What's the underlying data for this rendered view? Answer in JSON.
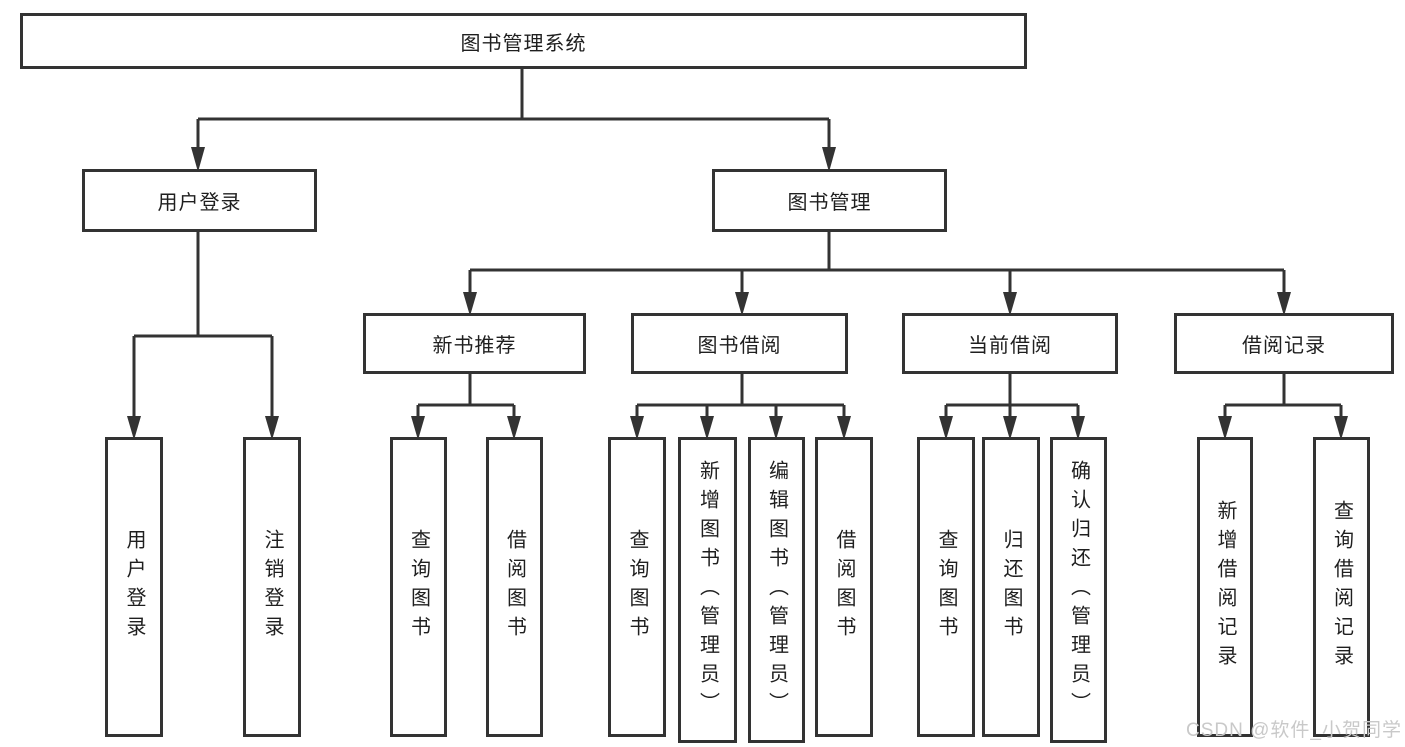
{
  "nodes": {
    "root": "图书管理系统",
    "level2": {
      "user_login": "用户登录",
      "book_management": "图书管理"
    },
    "level3": {
      "new_book_recommend": "新书推荐",
      "book_borrow": "图书借阅",
      "current_borrow": "当前借阅",
      "borrow_records": "借阅记录"
    },
    "leaves": {
      "user_login": "用户登录",
      "logout": "注销登录",
      "rec_query_books": "查询图书",
      "rec_borrow_books": "借阅图书",
      "bb_query_books": "查询图书",
      "bb_add_books_admin": "新增图书（管理员）",
      "bb_edit_books_admin": "编辑图书（管理员）",
      "bb_borrow_books": "借阅图书",
      "cb_query_books": "查询图书",
      "cb_return_books": "归还图书",
      "cb_confirm_return_admin": "确认归还（管理员）",
      "br_add_record": "新增借阅记录",
      "br_query_record": "查询借阅记录"
    }
  },
  "watermark": {
    "text": "CSDN @软件_小贺同学"
  },
  "colors": {
    "line": "#333333",
    "box_border": "#333333",
    "text": "#1f1f1f",
    "background": "#ffffff",
    "watermark": "#c9c9c9"
  }
}
